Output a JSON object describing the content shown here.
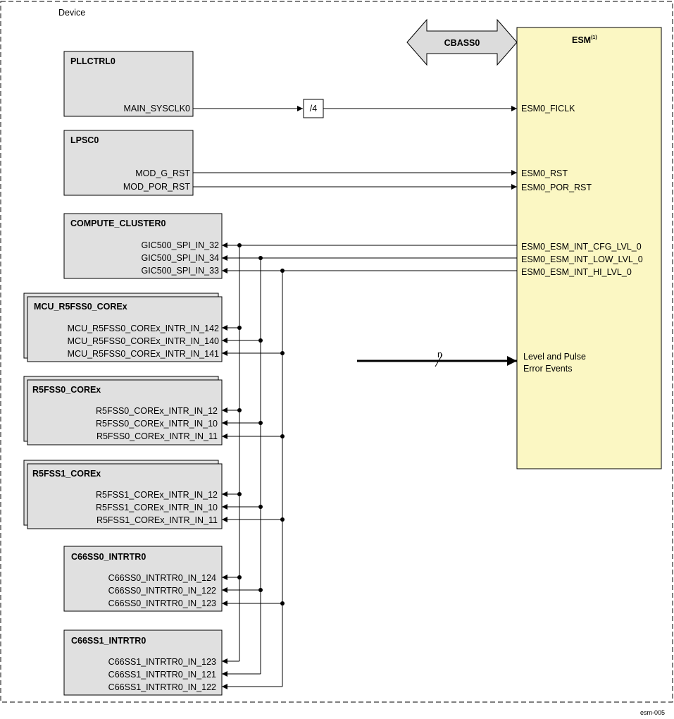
{
  "device_label": "Device",
  "figure_id": "esm-005",
  "bus_label": "CBASS0",
  "esm": {
    "title": "ESM",
    "title_sup": "(1)",
    "ports": {
      "ficlk": "ESM0_FICLK",
      "rst": "ESM0_RST",
      "por_rst": "ESM0_POR_RST",
      "cfg": "ESM0_ESM_INT_CFG_LVL_0",
      "low": "ESM0_ESM_INT_LOW_LVL_0",
      "hi": "ESM0_ESM_INT_HI_LVL_0",
      "events_line1": "Level and Pulse",
      "events_line2": "Error Events"
    },
    "bus_width_label": "n"
  },
  "divider_label": "/4",
  "blocks": [
    {
      "title": "PLLCTRL0",
      "signals": [
        "MAIN_SYSCLK0"
      ]
    },
    {
      "title": "LPSC0",
      "signals": [
        "MOD_G_RST",
        "MOD_POR_RST"
      ]
    },
    {
      "title": "COMPUTE_CLUSTER0",
      "signals": [
        "GIC500_SPI_IN_32",
        "GIC500_SPI_IN_34",
        "GIC500_SPI_IN_33"
      ]
    },
    {
      "title": "MCU_R5FSS0_COREx",
      "signals": [
        "MCU_R5FSS0_COREx_INTR_IN_142",
        "MCU_R5FSS0_COREx_INTR_IN_140",
        "MCU_R5FSS0_COREx_INTR_IN_141"
      ]
    },
    {
      "title": "R5FSS0_COREx",
      "signals": [
        "R5FSS0_COREx_INTR_IN_12",
        "R5FSS0_COREx_INTR_IN_10",
        "R5FSS0_COREx_INTR_IN_11"
      ]
    },
    {
      "title": "R5FSS1_COREx",
      "signals": [
        "R5FSS1_COREx_INTR_IN_12",
        "R5FSS1_COREx_INTR_IN_10",
        "R5FSS1_COREx_INTR_IN_11"
      ]
    },
    {
      "title": "C66SS0_INTRTR0",
      "signals": [
        "C66SS0_INTRTR0_IN_124",
        "C66SS0_INTRTR0_IN_122",
        "C66SS0_INTRTR0_IN_123"
      ]
    },
    {
      "title": "C66SS1_INTRTR0",
      "signals": [
        "C66SS1_INTRTR0_IN_123",
        "C66SS1_INTRTR0_IN_121",
        "C66SS1_INTRTR0_IN_122"
      ]
    }
  ],
  "colors": {
    "esm_fill": "#fbf7c3",
    "block_fill": "#e0e0e0",
    "bus_fill": "#dcdcdc",
    "line": "#000000"
  }
}
